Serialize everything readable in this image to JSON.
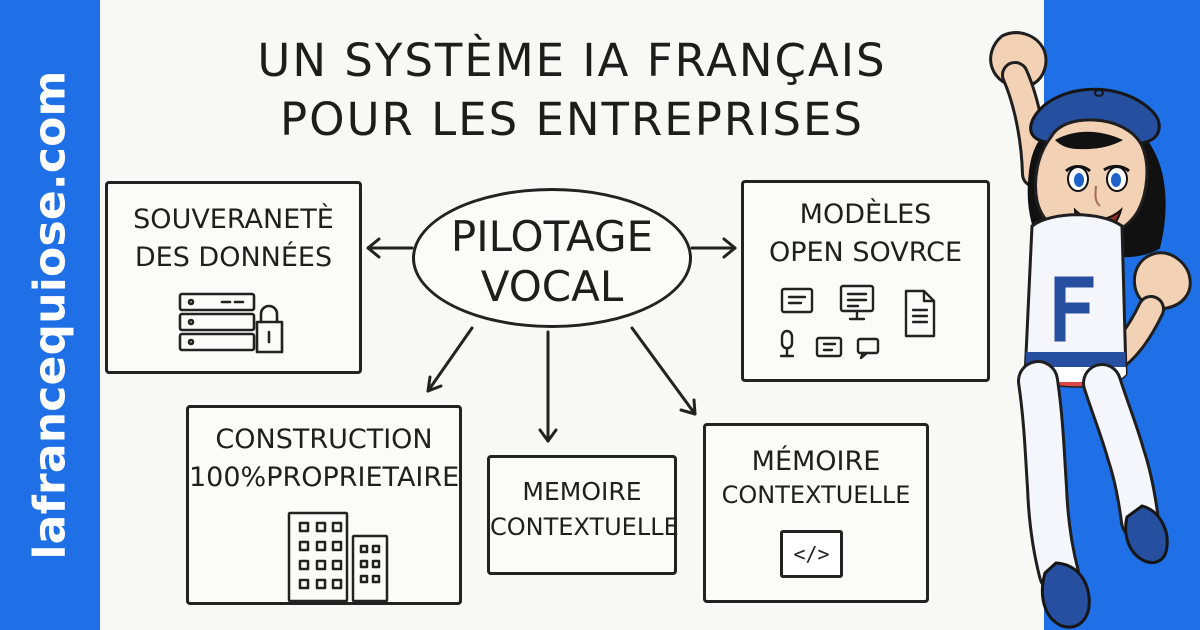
{
  "site": {
    "domain": "lafrancequiose.com"
  },
  "header": {
    "line1": "UN SYSTÈME IA FRANÇAIS",
    "line2": "POUR LES ENTREPRISES"
  },
  "diagram": {
    "center": {
      "line1": "PILOTAGE",
      "line2": "VOCAL"
    },
    "left_top": {
      "line1": "SOUVERANETÈ",
      "line2": "DES DONNÉES"
    },
    "right_top": {
      "line1": "MODÈLES",
      "line2": "OPEN SOVRCE"
    },
    "bottom_left": {
      "line1": "CONSTRUCTION",
      "line2": "100%PROPRIETAIRE"
    },
    "bottom_middle": {
      "line1": "MEMOIRE",
      "line2": "CONTEXTUELLE"
    },
    "bottom_right": {
      "line1": "MÉMOIRE",
      "line2": "CONTEXTUELLE"
    }
  },
  "badge": {
    "shirt_letter": "F"
  },
  "icons": {
    "code": "</>"
  },
  "colors": {
    "brand_blue": "#1f6fe6",
    "paper": "#f8f8f6",
    "ink": "#222222",
    "hat_blue": "#264f9f",
    "stripe_red": "#d84848",
    "skin": "#f2d1b4",
    "suit_white": "#f5f6fb"
  }
}
